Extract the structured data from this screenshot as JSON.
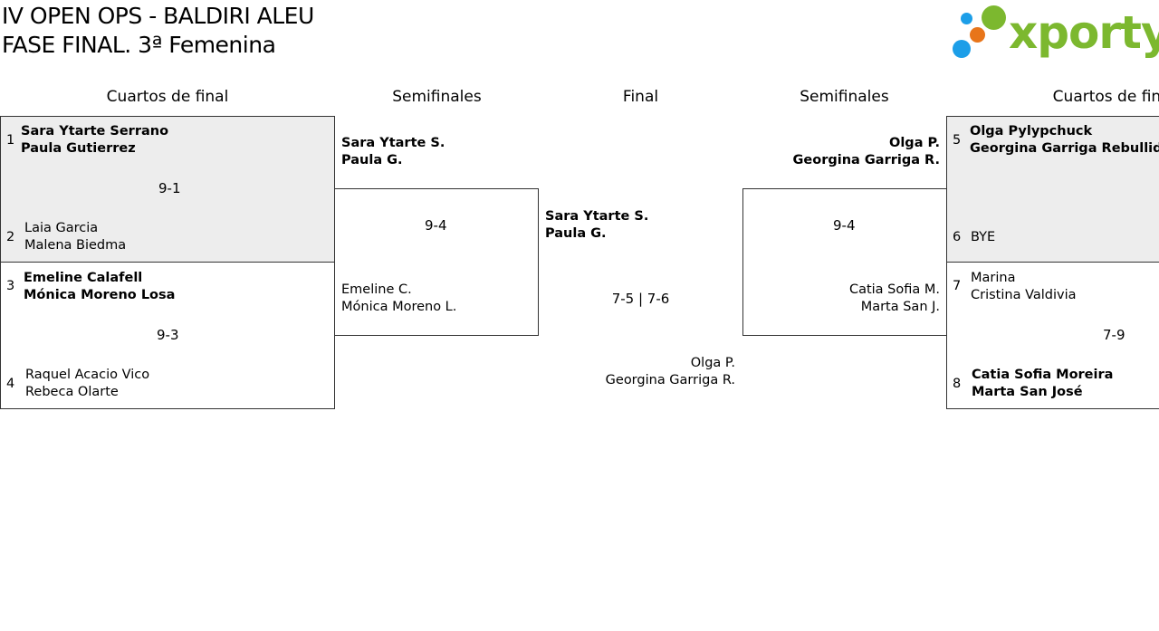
{
  "header": {
    "title_line1": "IV OPEN OPS - BALDIRI ALEU",
    "title_line2": "FASE FINAL. 3ª Femenina"
  },
  "logo": {
    "text": "xporty",
    "colors": {
      "green": "#7cb82f",
      "blue": "#1c9ee8",
      "orange": "#e8751a"
    }
  },
  "rounds": {
    "left_quarters": "Cuartos de final",
    "left_semis": "Semifinales",
    "final": "Final",
    "right_semis": "Semifinales",
    "right_quarters": "Cuartos de final"
  },
  "quarters_left": [
    {
      "seed_top": "1",
      "top_a": "Sara Ytarte Serrano",
      "top_b": "Paula Gutierrez",
      "score": "9-1",
      "seed_bottom": "2",
      "bottom_a": "Laia Garcia",
      "bottom_b": "Malena Biedma"
    },
    {
      "seed_top": "3",
      "top_a": "Emeline Calafell",
      "top_b": "Mónica Moreno Losa",
      "score": "9-3",
      "seed_bottom": "4",
      "bottom_a": "Raquel Acacio Vico",
      "bottom_b": "Rebeca Olarte"
    }
  ],
  "quarters_right": [
    {
      "seed_top": "5",
      "top_a": "Olga Pylypchuck",
      "top_b": "Georgina Garriga Rebullida",
      "seed_bottom": "6",
      "bottom_a": "BYE"
    },
    {
      "seed_top": "7",
      "top_a": "Marina",
      "top_b": "Cristina Valdivia",
      "score": "7-9",
      "seed_bottom": "8",
      "bottom_a": "Catia Sofia Moreira",
      "bottom_b": "Marta San José"
    }
  ],
  "semis_left": {
    "top_a": "Sara Ytarte S.",
    "top_b": "Paula G.",
    "score": "9-4",
    "bottom_a": "Emeline C.",
    "bottom_b": "Mónica Moreno L."
  },
  "semis_right": {
    "top_a": "Olga P.",
    "top_b": "Georgina Garriga R.",
    "score": "9-4",
    "bottom_a": "Catia Sofia M.",
    "bottom_b": "Marta San J."
  },
  "final": {
    "top_a": "Sara Ytarte S.",
    "top_b": "Paula G.",
    "score": "7-5 | 7-6",
    "bottom_a": "Olga P.",
    "bottom_b": "Georgina Garriga R."
  }
}
